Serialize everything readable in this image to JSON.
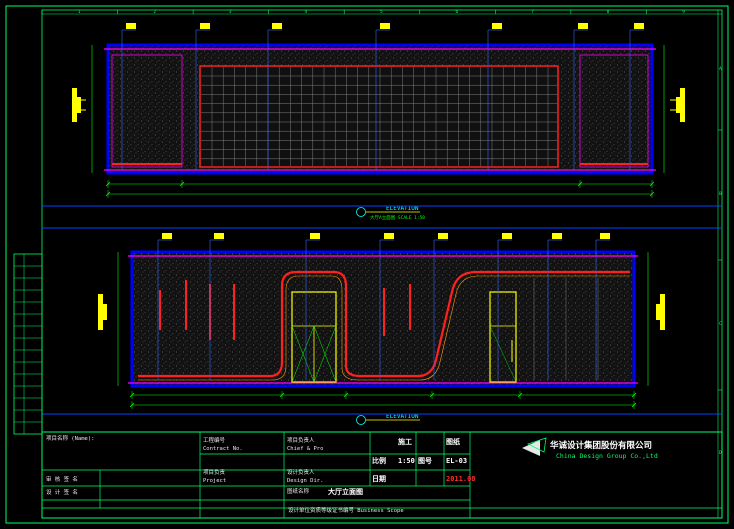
{
  "grid_columns": [
    "1",
    "2",
    "3",
    "4",
    "5",
    "6",
    "7",
    "8",
    "9"
  ],
  "grid_rows": [
    "A",
    "B",
    "C",
    "D"
  ],
  "top_elevation": {
    "title": "ELEVATION",
    "subtitle": "大厅A立面图 SCALE 1:50"
  },
  "bottom_elevation": {
    "title": "ELEVATION",
    "subtitle": ""
  },
  "title_block": {
    "project_label": "项目名称 (Name):",
    "left_rows": [
      "审 核 签 名",
      "设 计 签 名"
    ],
    "col2": [
      "工程编号",
      "Contract No.",
      "项目负责",
      "Project"
    ],
    "col3": [
      "项目负责人",
      "Chief & Pro",
      "设计负责人",
      "Design Dir."
    ],
    "drawing_name_label": "图纸名称",
    "drawing_name": "大厅立面图",
    "stage_label": "施工",
    "stage_value": "图纸",
    "scale_label": "比例",
    "scale_value": "1:50",
    "sheet_label": "图号",
    "sheet_value": "EL-03",
    "date_label": "日期",
    "date_value": "2011.08",
    "company_cn": "华诚设计集团股份有限公司",
    "company_en": "China Design Group Co.,Ltd",
    "footer": "设计单位资质等级证书编号 Business Scope"
  },
  "colors": {
    "frame": "#00ff66",
    "wall_outline": "#0000ff",
    "red": "#ff2020",
    "magenta": "#ff00ff",
    "cyan": "#00ffff",
    "yellow": "#ffff00",
    "dimension": "#00ff00"
  }
}
